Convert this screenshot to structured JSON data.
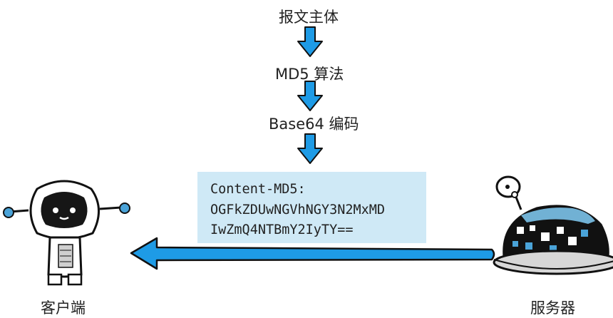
{
  "flow": {
    "step1": "报文主体",
    "step2": "MD5 算法",
    "step3": "Base64 编码"
  },
  "header_box": {
    "line1": "Content-MD5:",
    "line2": "OGFkZDUwNGVhNGY3N2MxMD",
    "line3": "IwZmQ4NTBmY2IyTY=="
  },
  "nodes": {
    "client": "客户端",
    "server": "服务器"
  },
  "colors": {
    "arrow": "#1e9be6",
    "arrow_outline": "#111111",
    "box_bg": "#cfe9f6"
  }
}
